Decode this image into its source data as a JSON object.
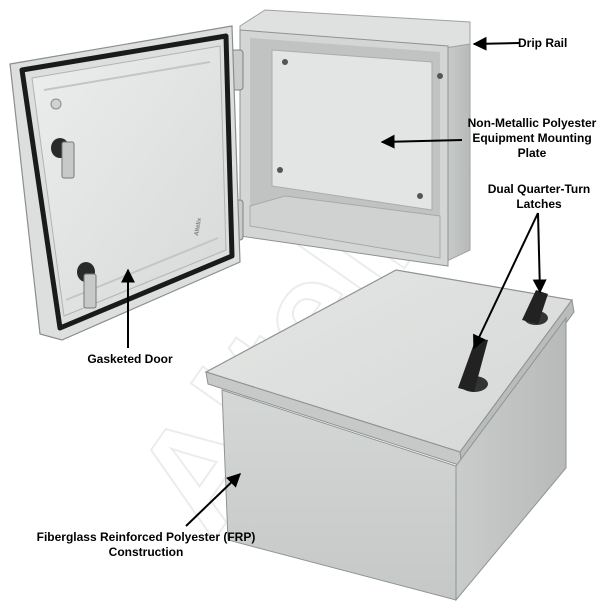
{
  "watermark": "Altelix",
  "door_badge": "Altelix",
  "callouts": {
    "drip_rail": "Drip Rail",
    "mounting_plate": [
      "Non-Metallic Polyester",
      "Equipment Mounting",
      "Plate"
    ],
    "latches": [
      "Dual Quarter-Turn",
      "Latches"
    ],
    "gasketed_door": "Gasketed Door",
    "frp": [
      "Fiberglass Reinforced Polyester (FRP)",
      "Construction"
    ]
  },
  "colors": {
    "enclosure_body": "#d9dcda",
    "enclosure_shadow": "#b8bcba",
    "gasket": "#1a1a1a",
    "latch": "#222222",
    "hinge": "#c9ccc9",
    "text": "#000000"
  }
}
